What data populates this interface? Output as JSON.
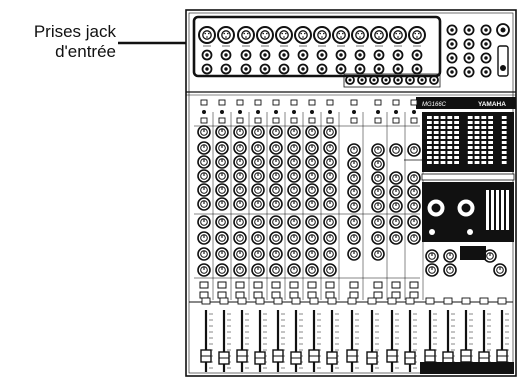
{
  "callout": {
    "line1": "Prises jack",
    "line2": "d'entrée"
  },
  "device": {
    "brand": "YAMAHA",
    "model_script": "MG166C"
  },
  "colors": {
    "ink": "#111111",
    "panel": "#ffffff",
    "highlight_box": "#111111"
  }
}
